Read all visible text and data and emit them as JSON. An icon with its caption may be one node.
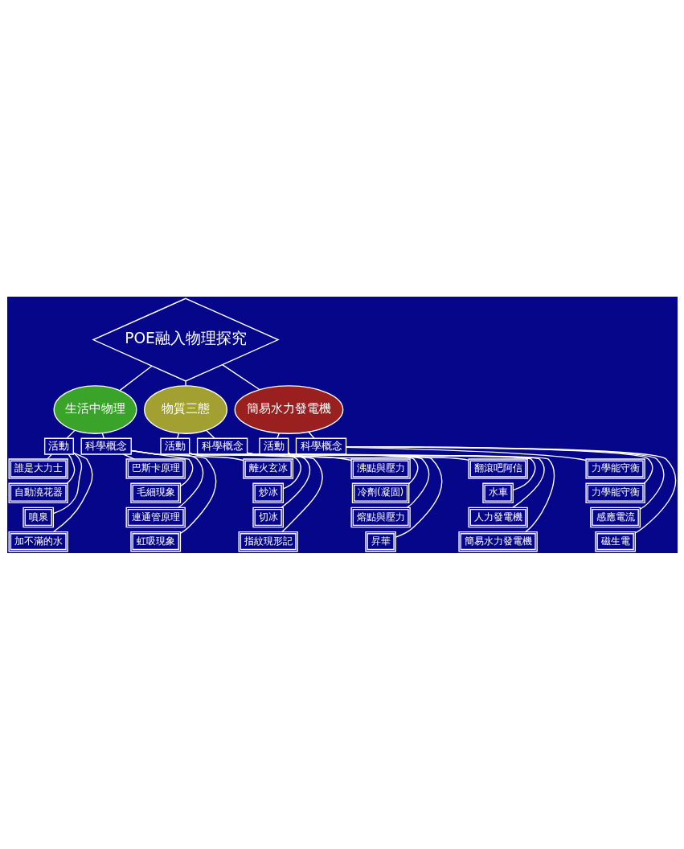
{
  "diagram": {
    "nodes": [
      {
        "text": [
          "POE融入物理探究"
        ]
      },
      {
        "text": [
          "生活中物理"
        ]
      },
      {
        "text": [
          "物質三態"
        ]
      },
      {
        "text": [
          "簡易水力發電機"
        ]
      },
      {
        "text": [
          "活動"
        ]
      },
      {
        "text": [
          "科學概念"
        ]
      },
      {
        "text": [
          "誰是大力士"
        ]
      },
      {
        "text": [
          "自動澆花器"
        ]
      },
      {
        "text": [
          "噴泉"
        ]
      },
      {
        "text": [
          "加不滿的水"
        ]
      },
      {
        "text": [
          "巴斯卡原理"
        ]
      },
      {
        "text": [
          "毛細現象"
        ]
      },
      {
        "text": [
          "連通管原理"
        ]
      },
      {
        "text": [
          "虹吸現象"
        ]
      },
      {
        "text": [
          "活動"
        ]
      },
      {
        "text": [
          "科學概念"
        ]
      },
      {
        "text": [
          "離火玄冰"
        ]
      },
      {
        "text": [
          "炒冰"
        ]
      },
      {
        "text": [
          "切冰"
        ]
      },
      {
        "text": [
          "指紋現形記"
        ]
      },
      {
        "text": [
          "沸點與壓力"
        ]
      },
      {
        "text": [
          "冷劑(凝固)"
        ]
      },
      {
        "text": [
          "熔點與壓力"
        ]
      },
      {
        "text": [
          "昇華"
        ]
      },
      {
        "text": [
          "活動"
        ]
      },
      {
        "text": [
          "科學概念"
        ]
      },
      {
        "text": [
          "翻滾吧阿信"
        ]
      },
      {
        "text": [
          "水車"
        ]
      },
      {
        "text": [
          "人力發電機"
        ]
      },
      {
        "text": [
          "簡易水力發電機"
        ]
      },
      {
        "text": [
          "力學能守衡"
        ]
      },
      {
        "text": [
          "力學能守衡"
        ]
      },
      {
        "text": [
          "感應電流"
        ]
      },
      {
        "text": [
          "磁生電"
        ]
      }
    ],
    "edges": [
      {
        "from": 0,
        "to": 1,
        "arrow": "none"
      },
      {
        "from": 0,
        "to": 2,
        "arrow": "none"
      },
      {
        "from": 0,
        "to": 3,
        "arrow": "none"
      },
      {
        "from": 1,
        "to": 4,
        "arrow": "none"
      },
      {
        "from": 1,
        "to": 5,
        "arrow": "none"
      },
      {
        "from": 4,
        "to": 6,
        "arrow": "none"
      },
      {
        "from": 4,
        "to": 7,
        "arrow": "none"
      },
      {
        "from": 4,
        "to": 8,
        "arrow": "none"
      },
      {
        "from": 4,
        "to": 9,
        "arrow": "none"
      },
      {
        "from": 5,
        "to": 10,
        "arrow": "none"
      },
      {
        "from": 5,
        "to": 11,
        "arrow": "none"
      },
      {
        "from": 5,
        "to": 12,
        "arrow": "none"
      },
      {
        "from": 5,
        "to": 13,
        "arrow": "none"
      },
      {
        "from": 2,
        "to": 14,
        "arrow": "none"
      },
      {
        "from": 2,
        "to": 15,
        "arrow": "none"
      },
      {
        "from": 14,
        "to": 16,
        "arrow": "none"
      },
      {
        "from": 14,
        "to": 17,
        "arrow": "none"
      },
      {
        "from": 14,
        "to": 18,
        "arrow": "none"
      },
      {
        "from": 14,
        "to": 19,
        "arrow": "none"
      },
      {
        "from": 15,
        "to": 20,
        "arrow": "none"
      },
      {
        "from": 15,
        "to": 21,
        "arrow": "none"
      },
      {
        "from": 15,
        "to": 22,
        "arrow": "none"
      },
      {
        "from": 15,
        "to": 23,
        "arrow": "none"
      },
      {
        "from": 3,
        "to": 24,
        "arrow": "none"
      },
      {
        "from": 3,
        "to": 25,
        "arrow": "none"
      },
      {
        "from": 24,
        "to": 26,
        "arrow": "none"
      },
      {
        "from": 24,
        "to": 27,
        "arrow": "none"
      },
      {
        "from": 24,
        "to": 28,
        "arrow": "none"
      },
      {
        "from": 24,
        "to": 29,
        "arrow": "none"
      },
      {
        "from": 25,
        "to": 30,
        "arrow": "none"
      },
      {
        "from": 25,
        "to": 31,
        "arrow": "none"
      },
      {
        "from": 25,
        "to": 32,
        "arrow": "none"
      },
      {
        "from": 25,
        "to": 33,
        "arrow": "none"
      }
    ]
  }
}
